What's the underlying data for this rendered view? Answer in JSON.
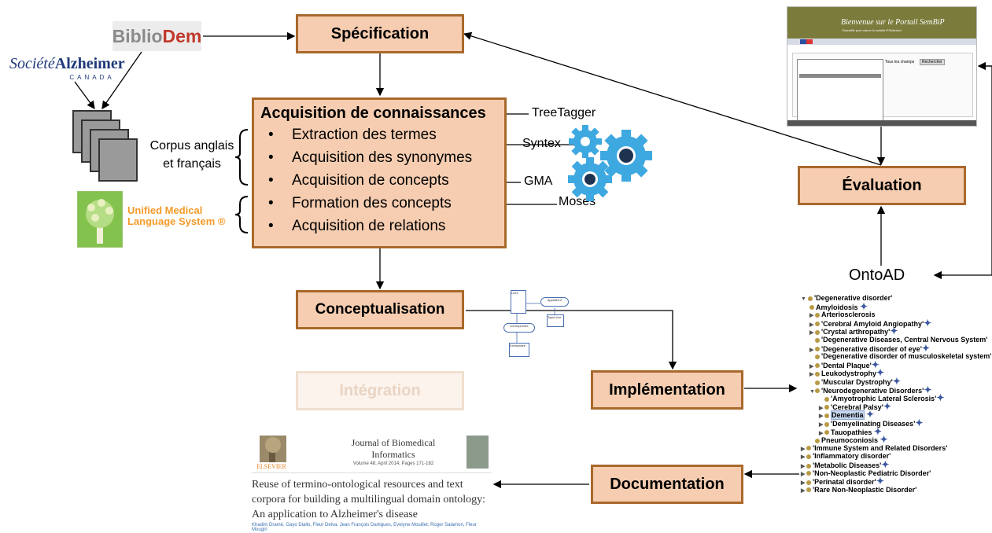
{
  "sources": {
    "bibliodem_part1": "Biblio",
    "bibliodem_part2": "Dem",
    "alzheimer_prefix": "Société",
    "alzheimer_name": "Alzheimer",
    "alzheimer_country": "CANADA",
    "corpus_label": "Corpus anglais\net français",
    "umls_label": "Unified Medical\nLanguage System ®"
  },
  "stages": {
    "specification": "Spécification",
    "acquisition_title": "Acquisition de connaissances",
    "acquisition_items": [
      "Extraction des termes",
      "Acquisition des synonymes",
      "Acquisition de concepts",
      "Formation des concepts",
      "Acquisition de relations"
    ],
    "conceptualisation": "Conceptualisation",
    "integration": "Intégration",
    "implementation": "Implémentation",
    "documentation": "Documentation",
    "evaluation": "Évaluation"
  },
  "tools": {
    "treetagger": "TreeTagger",
    "syntex": "Syntex",
    "gma": "GMA",
    "moses": "Moses"
  },
  "ontology_name": "OntoAD",
  "portal": {
    "title": "Bienvenue sur le Portail SemBiP",
    "subtitle": "Ensemble pour vaincre la maladie d'Alzheimer",
    "search_scope": "Tous les champs",
    "search_button": "Rechercher"
  },
  "concept_diagram": {
    "livre": "Livre",
    "appartient": "appartient",
    "correspondre": "correspondre",
    "exemplaire": "Exemplaire",
    "typelivre": "TypeLivre"
  },
  "ontology_tree": [
    "'Degenerative disorder'",
    "Amyloidosis",
    "Arteriosclerosis",
    "'Cerebral Amyloid Angiopathy'",
    "'Crystal arthropathy'",
    "'Degenerative Diseases, Central Nervous System'",
    "'Degenerative disorder of eye'",
    "'Degenerative disorder of musculoskeletal system'",
    "'Dental Plaque'",
    "Leukodystrophy",
    "'Muscular Dystrophy'",
    "'Neurodegenerative Disorders'",
    "'Amyotrophic Lateral Sclerosis'",
    "'Cerebral Palsy'",
    "Dementia",
    "'Demyelinating Diseases'",
    "Tauopathies",
    "Pneumoconiosis",
    "'Immune System and Related Disorders'",
    "'Inflammatory disorder'",
    "'Metabolic Diseases'",
    "'Non-Neoplastic Pediatric Disorder'",
    "'Perinatal disorder'",
    "'Rare Non-Neoplastic Disorder'"
  ],
  "article": {
    "publisher": "ELSEVIER",
    "journal": "Journal of Biomedical\nInformatics",
    "volume": "Volume 48, April 2014, Pages 171-182",
    "title": "Reuse of termino-ontological resources and text corpora for building a multilingual domain ontology: An application to Alzheimer's disease",
    "authors": "Khadim Dramé, Gayo Diallo, Fleur Delva, Jean François Dartigues, Evelyne Mouillet, Roger Salamon, Fleur Mougin"
  },
  "colors": {
    "box_fill": "#f6cdb0",
    "box_border": "#a9692c",
    "gear": "#3ea8e0"
  }
}
